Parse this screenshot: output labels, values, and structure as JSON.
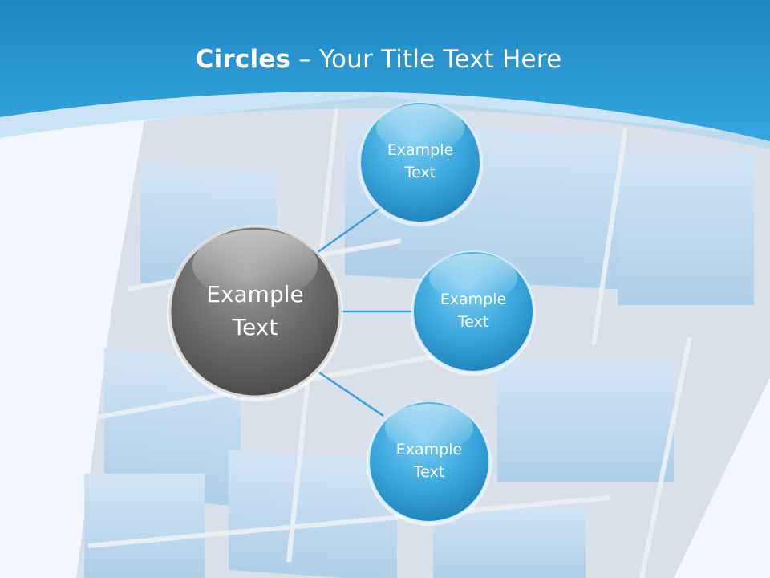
{
  "slide": {
    "title_bold": "Circles",
    "title_rest": " – Your Title Text Here"
  },
  "diagram": {
    "center": {
      "line1": "Example",
      "line2": "Text"
    },
    "nodes": [
      {
        "line1": "Example",
        "line2": "Text"
      },
      {
        "line1": "Example",
        "line2": "Text"
      },
      {
        "line1": "Example",
        "line2": "Text"
      }
    ]
  },
  "colors": {
    "header_blue": "#2a9bd6",
    "node_blue": "#3aa8dd",
    "center_gray": "#6a6a6a",
    "connector": "#3aa0dc"
  }
}
